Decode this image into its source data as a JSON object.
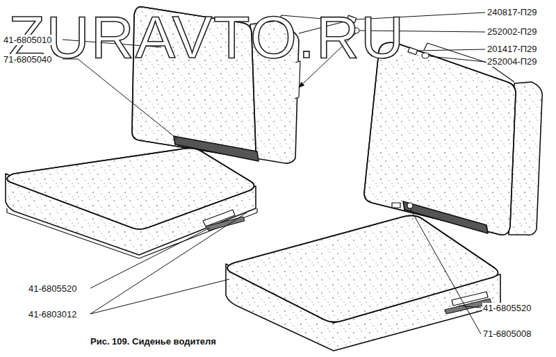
{
  "diagram": {
    "caption": "Рис. 109. Сиденье водителя",
    "labels": [
      "ZURAVTO.RU",
      "240817-П29",
      "252002-П29",
      "201417-П29",
      "252004-П29",
      "41-6805010",
      "71-6805040",
      "41-6805520",
      "41-6803012",
      "41-6805520",
      "71-6805008"
    ]
  }
}
